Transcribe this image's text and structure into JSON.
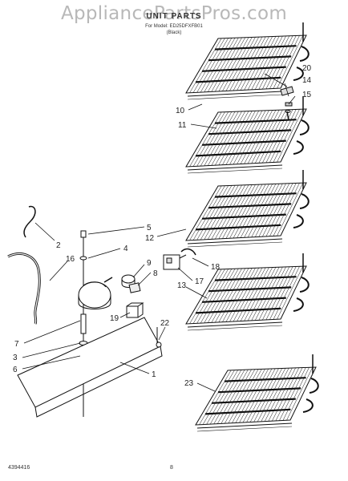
{
  "watermark": "AppliancePartsPros.com",
  "header": {
    "title": "UNIT PARTS",
    "model_line": "For Model: ED25DFXFB01",
    "color_line": "(Black)"
  },
  "footer": {
    "part_number": "4394416",
    "page_number": "8"
  },
  "callouts": {
    "c20": "20",
    "c14": "14",
    "c15": "15",
    "c10": "10",
    "c11": "11",
    "c5": "5",
    "c12": "12",
    "c2": "2",
    "c16": "16",
    "c4": "4",
    "c9": "9",
    "c8": "8",
    "c18": "18",
    "c17": "17",
    "c13": "13",
    "c19": "19",
    "c22": "22",
    "c7": "7",
    "c3": "3",
    "c6": "6",
    "c1": "1",
    "c23": "23"
  }
}
